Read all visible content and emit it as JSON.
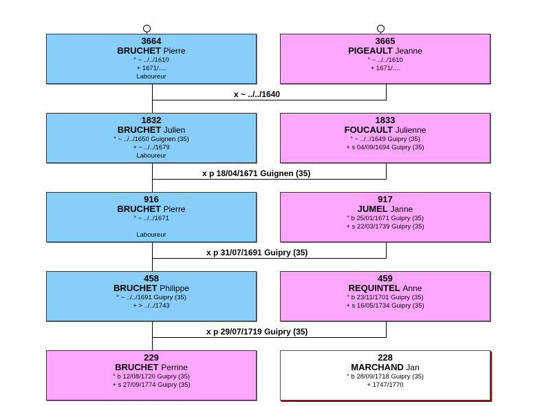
{
  "colors": {
    "male": "#87CEFA",
    "female": "#FFA6FF",
    "unknown": "#FFFFFF"
  },
  "generations": [
    {
      "father": {
        "num": "3664",
        "surname": "BRUCHET",
        "given": "Pierre",
        "lines": [
          "° ~ ../../1610",
          "+ 1671/...."
        ],
        "occupation": "Laboureur"
      },
      "mother": {
        "num": "3665",
        "surname": "PIGEAULT",
        "given": "Jeanne",
        "lines": [
          "° ~ ../../1610",
          "+ 1671/...."
        ],
        "occupation": ""
      },
      "marriage": "x ~ ../../1640"
    },
    {
      "father": {
        "num": "1832",
        "surname": "BRUCHET",
        "given": "Julien",
        "lines": [
          "° ~ ../../1650 Guignen (35)",
          "+ ~ ../../1679"
        ],
        "occupation": "Laboureur"
      },
      "mother": {
        "num": "1833",
        "surname": "FOUCAULT",
        "given": "Julienne",
        "lines": [
          "° ~ ../../1649 Guipry (35)",
          "+ s 04/09/1694 Guipry (35)"
        ],
        "occupation": ""
      },
      "marriage": "x p 18/04/1671 Guignen (35)"
    },
    {
      "father": {
        "num": "916",
        "surname": "BRUCHET",
        "given": "Pierre",
        "lines": [
          "° ~ ../../1671",
          ""
        ],
        "occupation": "Laboureur"
      },
      "mother": {
        "num": "917",
        "surname": "JUMEL",
        "given": "Janne",
        "lines": [
          "° b 25/01/1671 Guipry (35)",
          "+ s 22/03/1739 Guipry (35)"
        ],
        "occupation": ""
      },
      "marriage": "x p 31/07/1691 Guipry (35)"
    },
    {
      "father": {
        "num": "458",
        "surname": "BRUCHET",
        "given": "Philippe",
        "lines": [
          "° ~ ../../1691 Guipry (35)",
          "+ > ../../1743"
        ],
        "occupation": ""
      },
      "mother": {
        "num": "459",
        "surname": "REQUINTEL",
        "given": "Anne",
        "lines": [
          "° b 23/11/1701 Guipry (35)",
          "+ s 16/05/1734 Guipry (35)"
        ],
        "occupation": ""
      },
      "marriage": "x p 29/07/1719 Guipry (35)"
    }
  ],
  "children": [
    {
      "num": "229",
      "surname": "BRUCHET",
      "given": "Perrine",
      "lines": [
        "° b 12/08/1720 Guipry (35)",
        "+ s 27/09/1774 Guipry (35)"
      ]
    },
    {
      "num": "228",
      "surname": "MARCHAND",
      "given": "Jan",
      "lines": [
        "° b 28/09/1718 Guipry (35)",
        "+ 1747/1770"
      ]
    }
  ]
}
